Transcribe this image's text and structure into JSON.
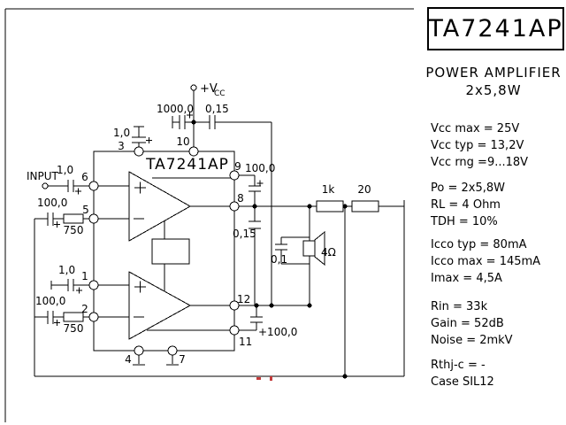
{
  "title_block": {
    "part": "TA7241AP",
    "line1": "POWER AMPLIFIER",
    "line2": "2x5,8W"
  },
  "specs": [
    "Vcc max = 25V",
    "Vcc typ = 13,2V",
    "Vcc rng =9...18V",
    "Po = 2x5,8W",
    "RL = 4 Ohm",
    "TDH = 10%",
    "Icco typ = 80mA",
    "Icco max = 145mA",
    "Imax = 4,5A",
    "Rin = 33k",
    "Gain = 52dB",
    "Noise = 2mkV",
    "Rthj-c = -",
    "Case SIL12"
  ],
  "schematic": {
    "ic_label": "TA7241AP",
    "input_label": "INPUT",
    "vcc_label": "+V",
    "vcc_sub": "CC",
    "pins": {
      "p1": "1",
      "p2": "2",
      "p3": "3",
      "p4": "4",
      "p5": "5",
      "p6": "6",
      "p7": "7",
      "p8": "8",
      "p9": "9",
      "p10": "10",
      "p11": "11",
      "p12": "12"
    },
    "components": {
      "c_supply": "1000,0",
      "c_supply_hf": "0,15",
      "c_pin3": "1,0",
      "c_in1": "1,0",
      "c_fb1": "100,0",
      "r_fb1": "750",
      "c_in2": "1,0",
      "c_fb2": "100,0",
      "r_fb2": "750",
      "c_boot1": "100,0",
      "c_out": "0,15",
      "c_boot2": "+100,0",
      "r_nfb": "1k",
      "r_out": "20",
      "c_speaker": "0,1",
      "speaker_imp": "4Ω"
    }
  }
}
